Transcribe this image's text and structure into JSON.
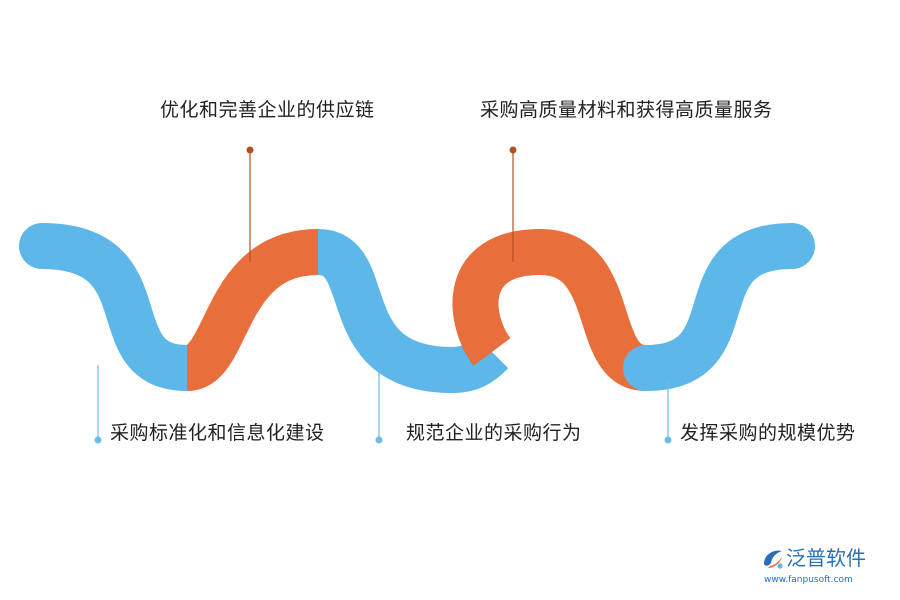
{
  "colors": {
    "blue": "#5db7e8",
    "orange": "#e86e3b",
    "connector_top": "#b3501f",
    "connector_bottom": "#6cbde8",
    "logo_blue": "#2a6fb6"
  },
  "labels": {
    "top_left": "优化和完善企业的供应链",
    "top_right": "采购高质量材料和获得高质量服务",
    "bottom_left": "采购标准化和信息化建设",
    "bottom_middle": "规范企业的采购行为",
    "bottom_right": "发挥采购的规模优势"
  },
  "logo": {
    "name": "泛普软件",
    "url": "www.fanpusoft.com",
    "icon": "fanpu-logo-icon"
  }
}
